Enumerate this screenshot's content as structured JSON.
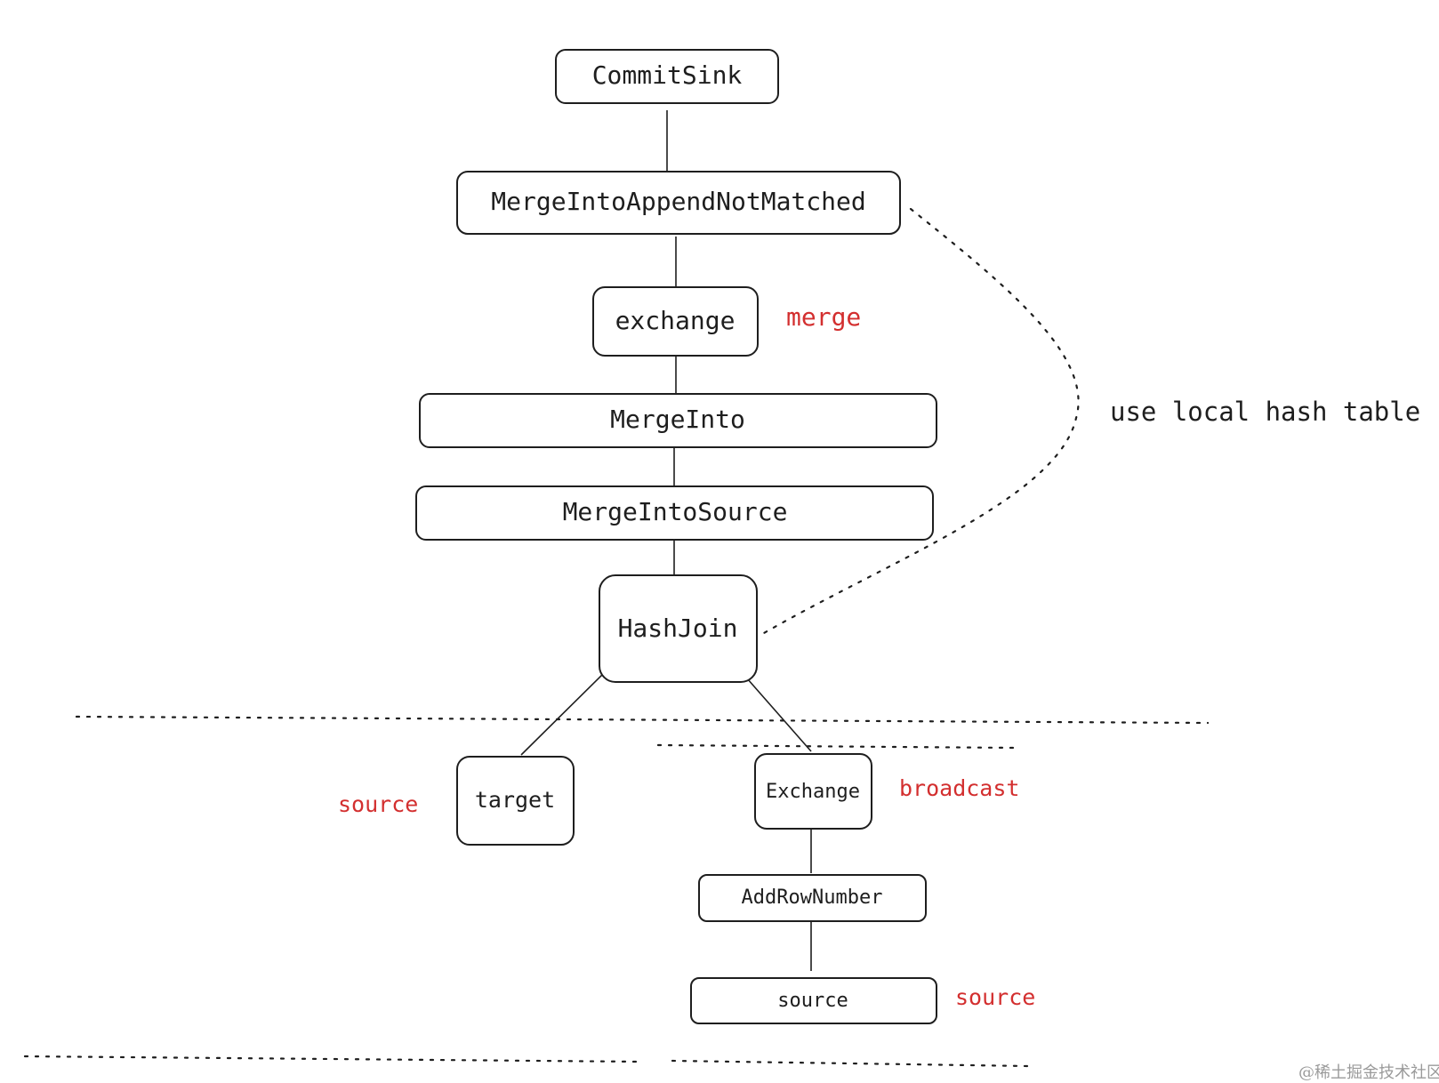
{
  "nodes": {
    "commit_sink": "CommitSink",
    "merge_into_append_not_matched": "MergeIntoAppendNotMatched",
    "exchange_merge": "exchange",
    "merge_into": "MergeInto",
    "merge_into_source": "MergeIntoSource",
    "hash_join": "HashJoin",
    "target": "target",
    "exchange_broadcast": "Exchange",
    "add_row_number": "AddRowNumber",
    "source": "source"
  },
  "annotations": {
    "merge": "merge",
    "use_local_hash_table": "use local hash table",
    "source_left": "source",
    "broadcast": "broadcast",
    "source_right": "source"
  },
  "watermark": "@稀土掘金技术社区",
  "colors": {
    "stroke": "#1e1e1e",
    "annotation_red": "#d32f2f",
    "annotation_dark": "#1e1e1e",
    "watermark": "#9a9a9a"
  }
}
